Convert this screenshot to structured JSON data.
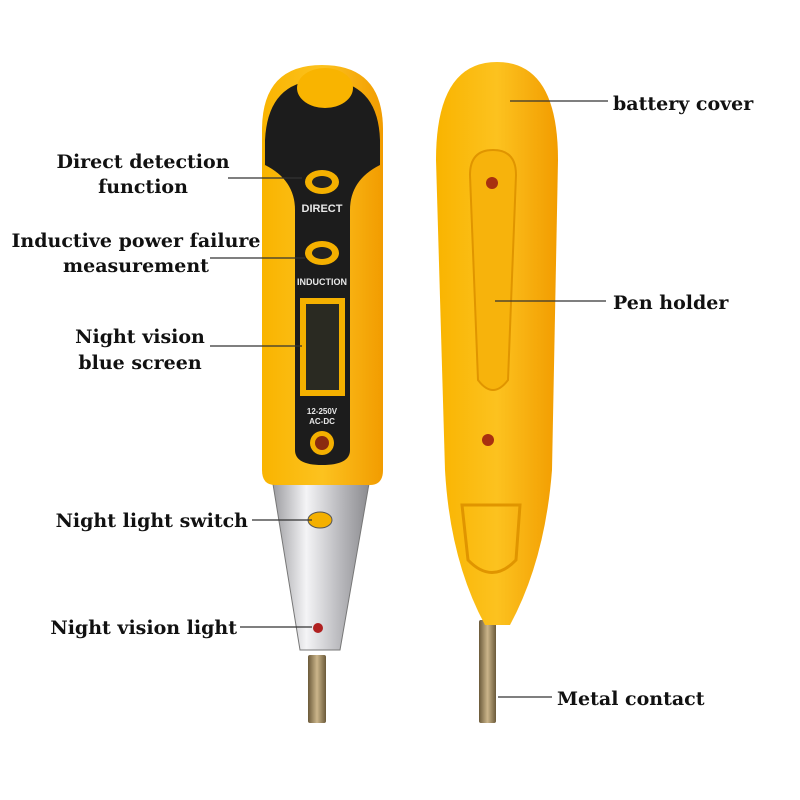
{
  "colors": {
    "body_orange": "#f7a900",
    "body_yellow": "#fbbf1c",
    "panel_black": "#1c1c1c",
    "silver": "#c9c9cc",
    "label_text": "#111111"
  },
  "left_pen": {
    "direct_label": "DIRECT",
    "induction_label": "INDUCTION",
    "voltage_label": "12-250V",
    "current_label": "AC-DC"
  },
  "callouts": {
    "direct_detection": [
      "Direct detection",
      "function"
    ],
    "inductive": [
      "Inductive power failure",
      "measurement"
    ],
    "blue_screen": [
      "Night vision",
      "blue screen"
    ],
    "light_switch": "Night light switch",
    "vision_light": "Night vision light",
    "battery_cover": "battery cover",
    "pen_holder": "Pen holder",
    "metal_contact": "Metal contact"
  }
}
